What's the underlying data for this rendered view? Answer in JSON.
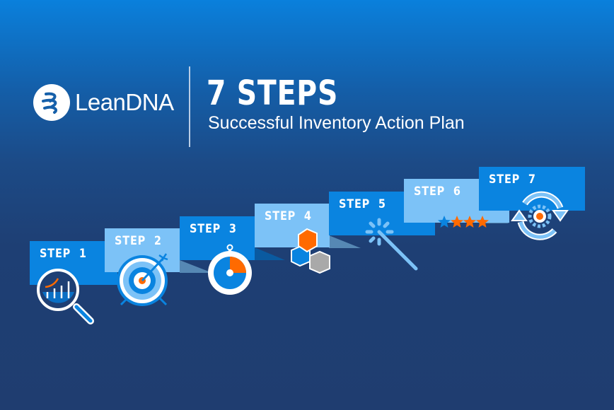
{
  "brand": {
    "name": "LeanDNA"
  },
  "header": {
    "title": "7 STEPS",
    "subtitle": "Successful Inventory Action Plan"
  },
  "steps": [
    {
      "label": "STEP  1",
      "icon": "magnifier-chart-icon"
    },
    {
      "label": "STEP  2",
      "icon": "target-icon"
    },
    {
      "label": "STEP  3",
      "icon": "stopwatch-icon"
    },
    {
      "label": "STEP  4",
      "icon": "boxes-icon"
    },
    {
      "label": "STEP  5",
      "icon": "magic-wand-icon"
    },
    {
      "label": "STEP  6",
      "icon": "star-rating-icon",
      "stars_highlighted": 1,
      "stars_total": 4
    },
    {
      "label": "STEP  7",
      "icon": "cycle-gear-icon"
    }
  ],
  "colors": {
    "dark_step": "#0a84e0",
    "light_step": "#7cc2f7",
    "accent": "#ff6a00"
  }
}
